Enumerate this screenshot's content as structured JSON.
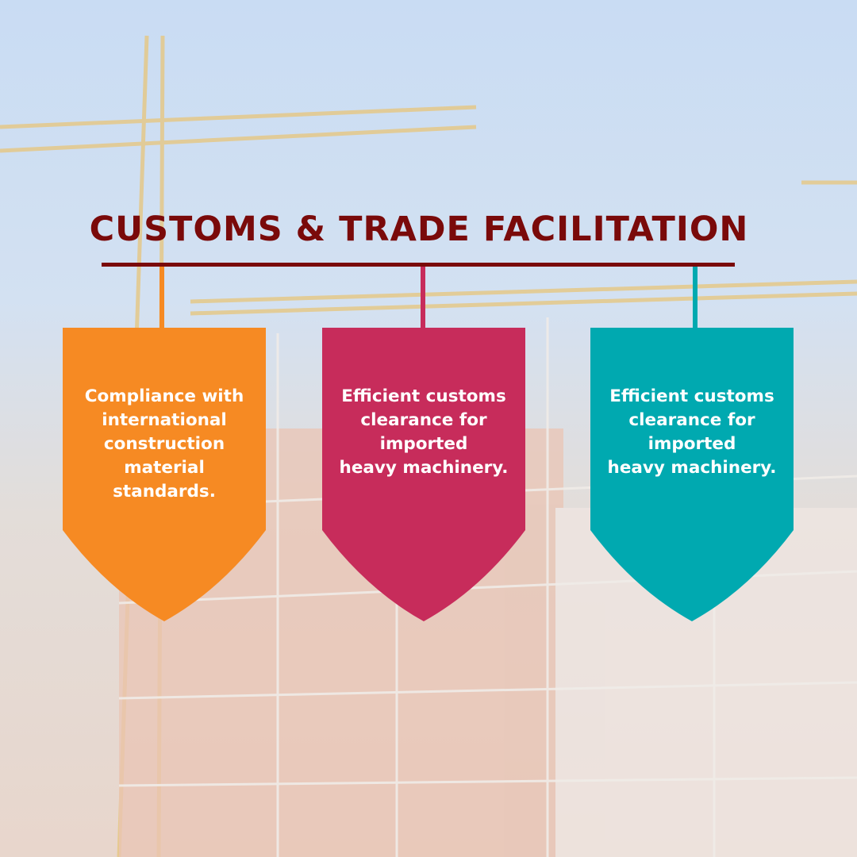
{
  "title": "CUSTOMS & TRADE FACILITATION",
  "colors": {
    "title": "#7a0a0a",
    "orange": "#f68a23",
    "magenta": "#c72c5b",
    "teal": "#00a9b0"
  },
  "cards": [
    {
      "text": "Compliance with\ninternational\nconstruction\nmaterial\nstandards.",
      "color": "#f68a23"
    },
    {
      "text": "Efficient customs\nclearance for\nimported\nheavy machinery.",
      "color": "#c72c5b"
    },
    {
      "text": "Efficient customs\nclearance for\nimported\nheavy machinery.",
      "color": "#00a9b0"
    }
  ]
}
